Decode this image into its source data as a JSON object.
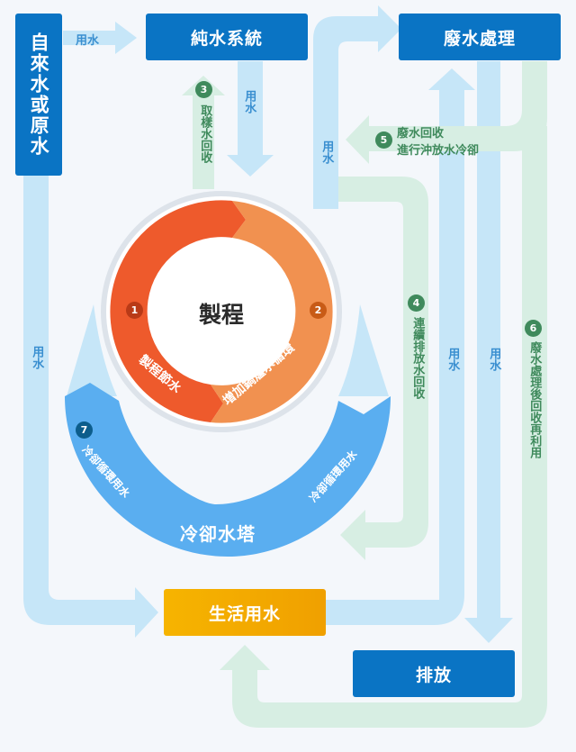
{
  "nodes": {
    "source": "自來水或原水",
    "pure": "純水系統",
    "waste": "廢水處理",
    "process": "製程",
    "life": "生活用水",
    "drain": "排放",
    "tower": "冷卻水塔"
  },
  "ring": {
    "left": "製程節水",
    "right": "增加鍋爐水循環",
    "tower_left": "冷卻循環用水",
    "tower_right": "冷卻循環用水"
  },
  "badges": [
    "1",
    "2",
    "3",
    "4",
    "5",
    "6",
    "7"
  ],
  "labels": {
    "use_water": "用水",
    "sample_recovery": "取樣水回收",
    "continuous_recovery": "連續排放水回收",
    "wastewater_recovery_line1": "廢水回收",
    "wastewater_recovery_line2": "進行沖放水冷卻",
    "wastewater_reuse": "廢水處理後回收再利用"
  },
  "colors": {
    "primary_blue": "#0a74c4",
    "light_blue_flow": "#c6e6f8",
    "light_green_flow": "#d7eee3",
    "process_red": "#ee5a2c",
    "process_orange": "#f19150",
    "tower_blue": "#5aaef0",
    "life_yellow": "#f6b400"
  }
}
